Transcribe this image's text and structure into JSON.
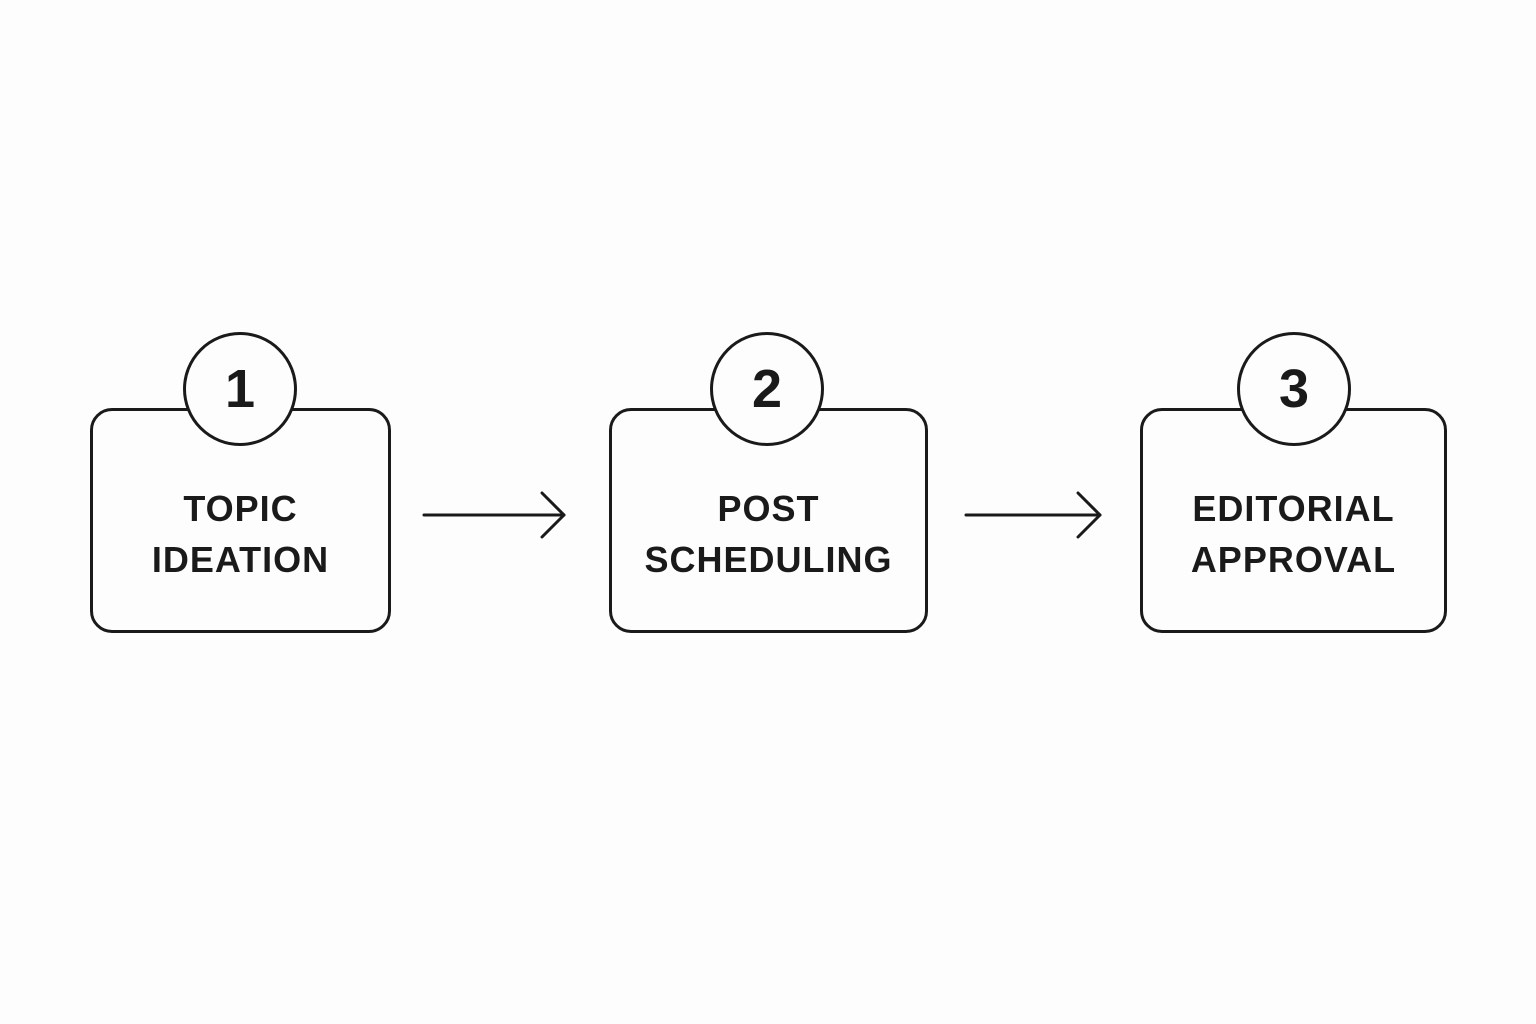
{
  "steps": [
    {
      "number": "1",
      "line1": "TOPIC",
      "line2": "IDEATION"
    },
    {
      "number": "2",
      "line1": "POST",
      "line2": "SCHEDULING"
    },
    {
      "number": "3",
      "line1": "EDITORIAL",
      "line2": "APPROVAL"
    }
  ],
  "colors": {
    "stroke": "#1a1a1a",
    "background": "#fdfdfd"
  },
  "icons": {
    "connector": "arrow-right-icon"
  }
}
